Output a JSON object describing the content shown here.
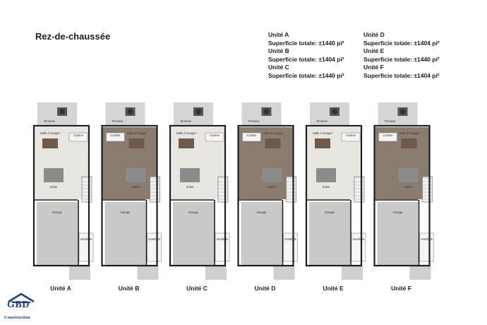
{
  "page_title": "Rez-de-chaussée",
  "specs_left": [
    {
      "unit": "Unité A",
      "area": "Superficie totale: ±1440 pi²"
    },
    {
      "unit": "Unité B",
      "area": "Superficie totale: ±1404 pi²"
    },
    {
      "unit": "Unité C",
      "area": "Superficie totale: ±1440 pi²"
    }
  ],
  "specs_right": [
    {
      "unit": "Unité D",
      "area": "Superficie totale: ±1404 pi²"
    },
    {
      "unit": "Unité E",
      "area": "Superficie totale: ±1440 pi²"
    },
    {
      "unit": "Unité F",
      "area": "Superficie totale: ±1404 pi²"
    }
  ],
  "units": [
    {
      "label": "Unité A",
      "flooring": "light"
    },
    {
      "label": "Unité B",
      "flooring": "dark"
    },
    {
      "label": "Unité C",
      "flooring": "light"
    },
    {
      "label": "Unité D",
      "flooring": "dark"
    },
    {
      "label": "Unité E",
      "flooring": "light"
    },
    {
      "label": "Unité F",
      "flooring": "dark"
    }
  ],
  "room_labels": {
    "terrasse": "Terrasse",
    "salle_a_manger": "Salle à manger",
    "cuisine": "Cuisine",
    "salon": "Salon",
    "garage": "Garage",
    "vestibule": "Vestibule"
  },
  "colors": {
    "wall": "#1e1e1e",
    "garage_floor": "#c9c9c9",
    "light_floor": "#e8e6e1",
    "dark_floor": "#8a7d70",
    "terrace": "#d5d5d5",
    "accent": "#1f3f86"
  },
  "logo": {
    "mark": "GBD",
    "subtitle": "Construction"
  }
}
